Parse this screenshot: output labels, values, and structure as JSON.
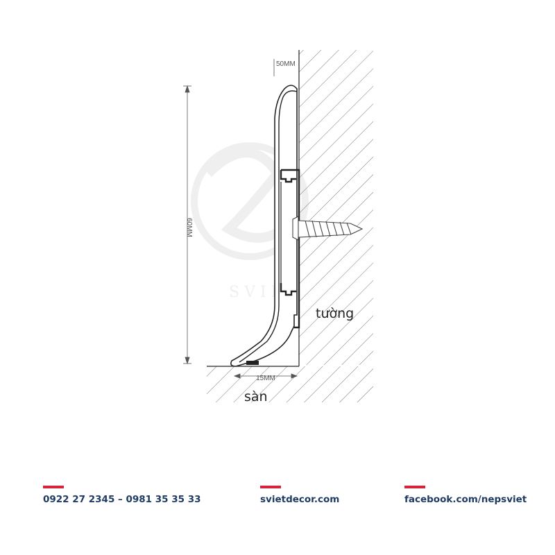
{
  "diagram": {
    "dim_top": "50MM",
    "dim_height": "60MM",
    "dim_base": "15MM",
    "label_wall": "tường",
    "label_floor": "sàn",
    "watermark": "S V I E T"
  },
  "footer": {
    "accent_color": "#d6243a",
    "text_color": "#1f3b63",
    "phone": "0922 27 2345 – 0981 35 35 33",
    "website": "svietdecor.com",
    "facebook": "facebook.com/nepsviet"
  }
}
